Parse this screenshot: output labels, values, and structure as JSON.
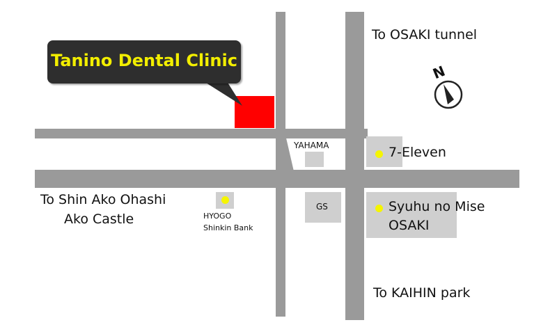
{
  "clinic": {
    "name": "Tanino Dental Clinic",
    "marker_color": "#ff0000"
  },
  "destinations": {
    "north": "To OSAKI tunnel",
    "south": "To KAIHIN park",
    "west_line1": "To Shin Ako Ohashi",
    "west_line2": "Ako Castle"
  },
  "landmarks": {
    "yahama": "YAHAMA",
    "gs": "GS",
    "seven_eleven": "7-Eleven",
    "syuhu_line1": "Syuhu no Mise",
    "syuhu_line2": "OSAKI",
    "hyogo_line1": "HYOGO",
    "hyogo_line2": "Shinkin Bank"
  },
  "compass": {
    "letter": "N"
  },
  "colors": {
    "road": "#9a9a9a",
    "building": "#cfcfcf",
    "landmark_dot": "#f5f500",
    "callout_bg": "#2e2e2e",
    "callout_text": "#f2ee00"
  }
}
